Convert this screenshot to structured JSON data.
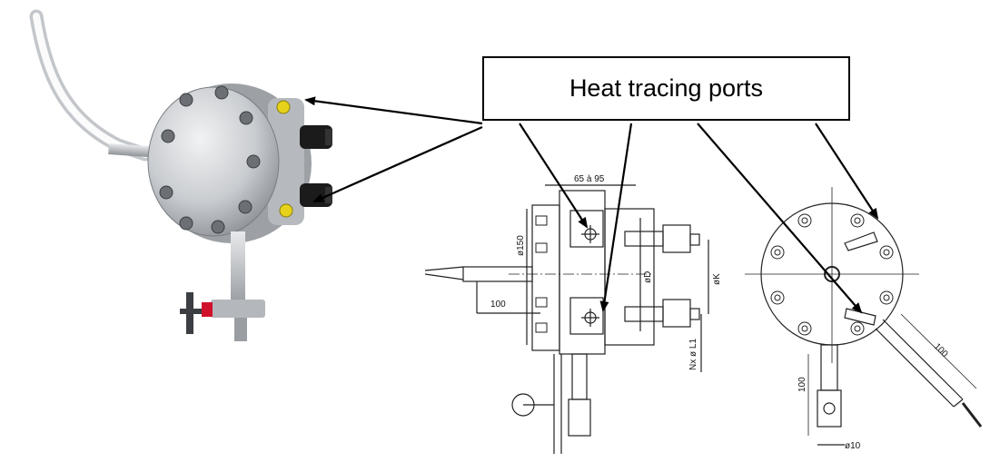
{
  "callout": {
    "label": "Heat tracing ports"
  },
  "drawing_side": {
    "dim_width": "65 à 95",
    "dim_phi150": "ø150",
    "dim_100": "100",
    "dim_phiD": "øD",
    "dim_phiK": "øK",
    "dim_nxphiL1": "Nx ø L1"
  },
  "drawing_front": {
    "dim_100_right": "100",
    "dim_100_left": "100",
    "dim_phi10": "ø10"
  },
  "colors": {
    "arrow": "#000000",
    "valve_red": "#d0112b",
    "port_yellow": "#e6d21a",
    "metal": "#c9ccd0",
    "drawing_line": "#222222"
  }
}
